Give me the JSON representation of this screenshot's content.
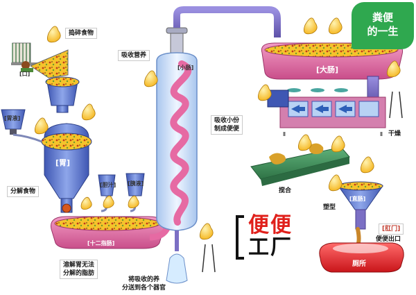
{
  "badge": {
    "line1": "粪便",
    "line2": "的一生"
  },
  "labels": {
    "crush_food": "捣碎食物",
    "mouth": "[口]",
    "gastric_juice": "[胃液]",
    "stomach": "[胃]",
    "decompose_food": "分解食物",
    "bile": "[胆汁]",
    "pancreatic_juice": "[胰液]",
    "duodenum": "[十二指肠]",
    "dissolve_fat": "溶解胃无法\n分解的脂肪",
    "absorb_nutrients": "吸收营养",
    "small_intestine": "[小肠]",
    "nutrients_to_organs": "将吸收的养\n分送到各个器官",
    "absorb_part": "吸收小份\n制成便便",
    "large_intestine": "[大肠]",
    "drying": "干燥",
    "stirring": "搅合",
    "shaping": "塑型",
    "rectum": "[直肠]",
    "anus": "[肛门]",
    "excrete": "便便出口",
    "toilet": "厕所"
  },
  "title": {
    "line1": "便便",
    "line2": "工厂"
  },
  "colors": {
    "badge_green": "#2fa84f",
    "pipe_purple": "#7b6fc4",
    "organ_blue": "#5a74c8",
    "pipe_pink": "#e66aa3",
    "food_yellow": "#f2c230",
    "title_red": "#e0201b",
    "belt_green": "#3f8f5a"
  }
}
